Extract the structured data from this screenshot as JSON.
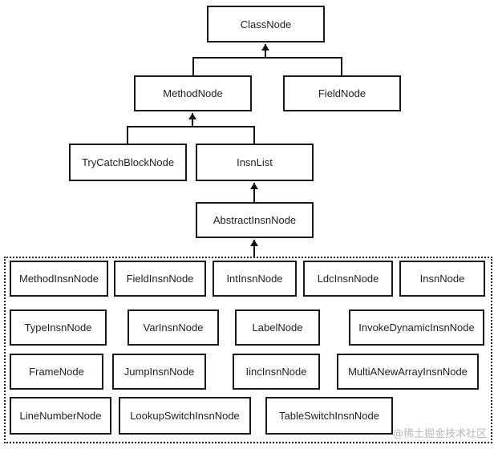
{
  "nodes": {
    "class_node": "ClassNode",
    "method_node": "MethodNode",
    "field_node": "FieldNode",
    "try_catch_block_node": "TryCatchBlockNode",
    "insn_list": "InsnList",
    "abstract_insn_node": "AbstractInsnNode",
    "method_insn_node": "MethodInsnNode",
    "field_insn_node": "FieldInsnNode",
    "int_insn_node": "IntInsnNode",
    "ldc_insn_node": "LdcInsnNode",
    "insn_node": "InsnNode",
    "type_insn_node": "TypeInsnNode",
    "var_insn_node": "VarInsnNode",
    "label_node": "LabelNode",
    "invoke_dynamic_insn_node": "InvokeDynamicInsnNode",
    "frame_node": "FrameNode",
    "jump_insn_node": "JumpInsnNode",
    "iinc_insn_node": "IincInsnNode",
    "multi_a_new_array_insn_node": "MultiANewArrayInsnNode",
    "line_number_node": "LineNumberNode",
    "lookup_switch_insn_node": "LookupSwitchInsnNode",
    "table_switch_insn_node": "TableSwitchInsnNode"
  },
  "edges": [
    {
      "from": "MethodNode",
      "to": "ClassNode"
    },
    {
      "from": "FieldNode",
      "to": "ClassNode"
    },
    {
      "from": "TryCatchBlockNode",
      "to": "MethodNode"
    },
    {
      "from": "InsnList",
      "to": "MethodNode"
    },
    {
      "from": "AbstractInsnNode",
      "to": "InsnList"
    },
    {
      "from": "instruction subclasses",
      "to": "AbstractInsnNode"
    }
  ],
  "watermark": "@稀土掘金技术社区"
}
